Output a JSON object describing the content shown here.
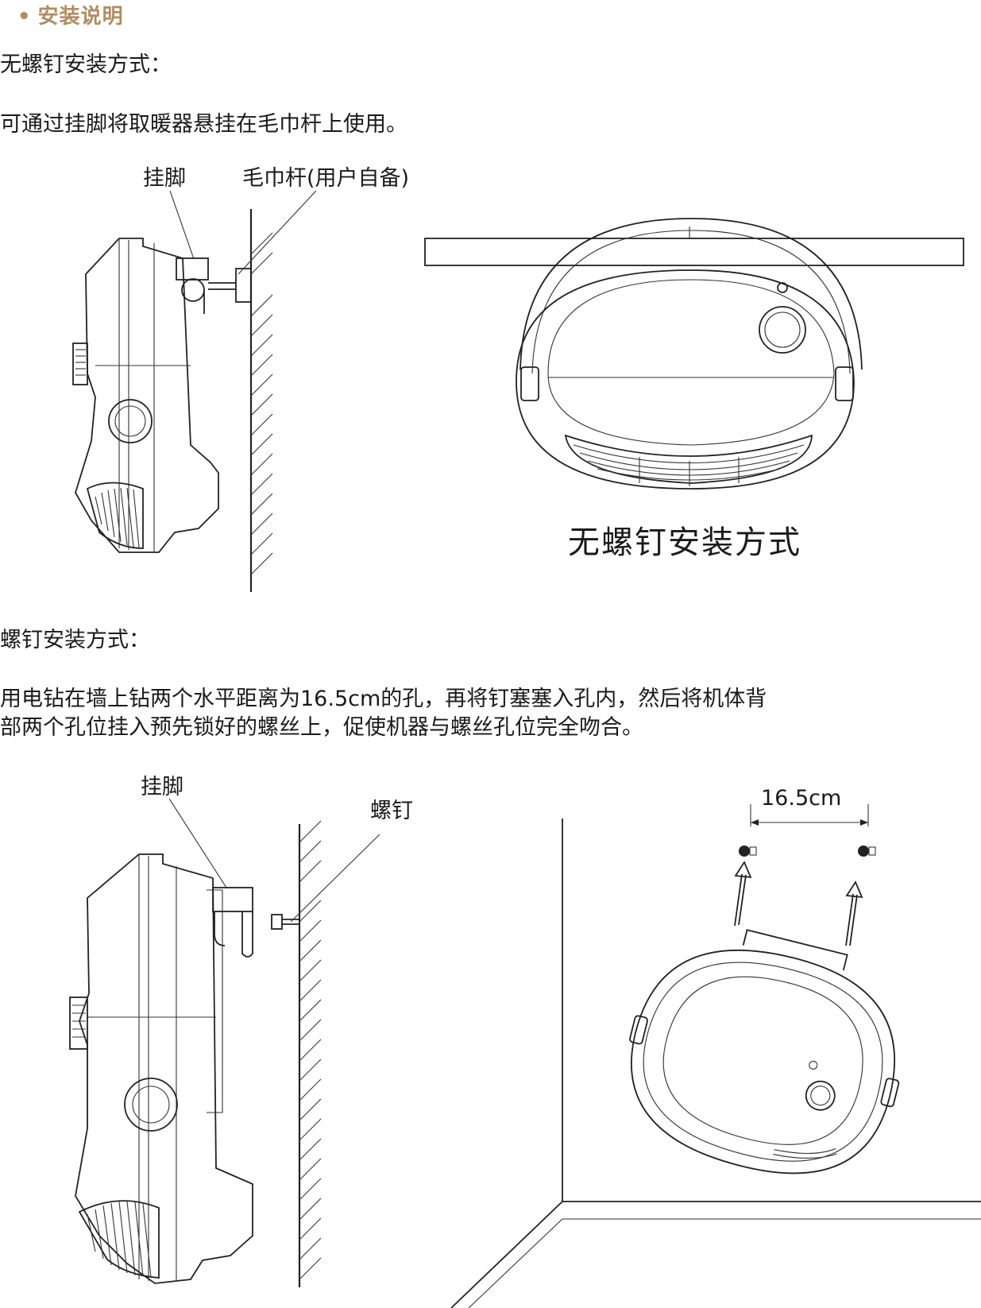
{
  "header": {
    "bullet": "•",
    "title": "安装说明"
  },
  "method1": {
    "heading": "无螺钉安装方式：",
    "description": "可通过挂脚将取暖器悬挂在毛巾杆上使用。",
    "label_foot": "挂脚",
    "label_rail": "毛巾杆(用户自备)",
    "caption": "无螺钉安装方式"
  },
  "method2": {
    "heading": "螺钉安装方式：",
    "description_line1": "用电钻在墙上钻两个水平距离为16.5cm的孔，再将钉塞塞入孔内，然后将机体背",
    "description_line2": "部两个孔位挂入预先锁好的螺丝上，促使机器与螺丝孔位完全吻合。",
    "label_foot": "挂脚",
    "label_screw": "螺钉",
    "dimension": "16.5cm"
  },
  "colors": {
    "accent": "#b08d62",
    "line": "#222222"
  }
}
